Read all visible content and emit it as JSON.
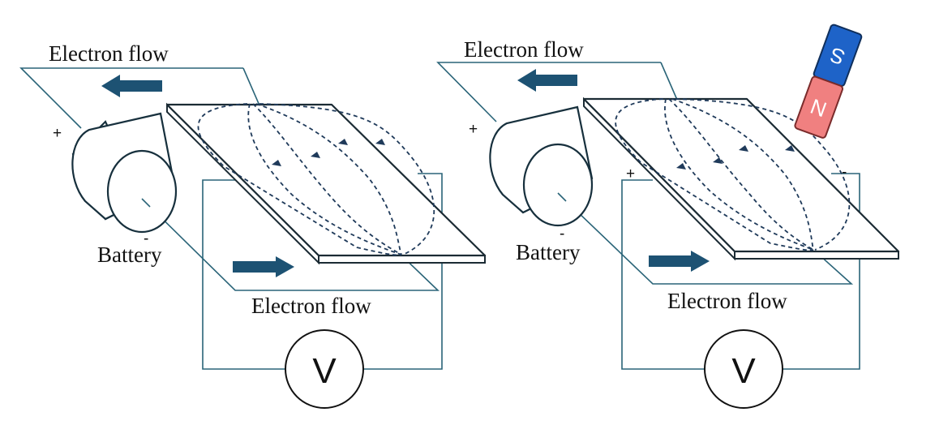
{
  "left_panel": {
    "top_label": "Electron flow",
    "bottom_label": "Electron flow",
    "battery_label": "Battery",
    "battery_plus": "+",
    "battery_minus": "-",
    "meter_label": "V"
  },
  "right_panel": {
    "top_label": "Electron flow",
    "bottom_label": "Electron flow",
    "battery_label": "Battery",
    "battery_plus": "+",
    "battery_minus": "-",
    "plate_plus": "+",
    "plate_minus": "-",
    "meter_label": "V",
    "magnet_north": "N",
    "magnet_south": "S"
  },
  "colors": {
    "wire": "#2a6478",
    "flow_arrow": "#1d5273",
    "field_lines": "#1f3a5a",
    "magnet_north": "#f08080",
    "magnet_south": "#1e63c8"
  }
}
